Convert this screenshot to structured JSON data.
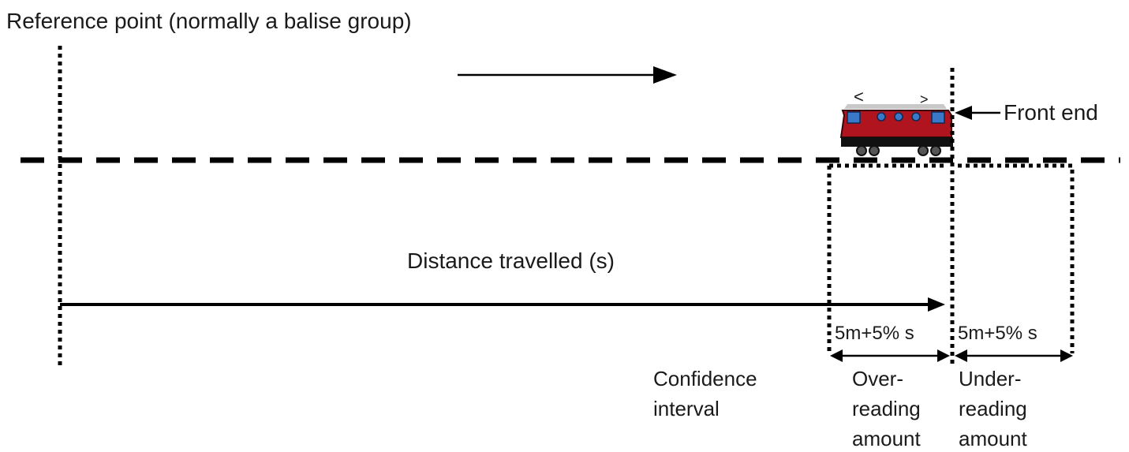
{
  "reference_label": "Reference point (normally a balise group)",
  "front_end_label": "Front end",
  "distance_label": "Distance travelled (s)",
  "confidence_label": [
    "Confidence",
    "interval"
  ],
  "over_formula": "5m+5% s",
  "under_formula": "5m+5% s",
  "over_label": [
    "Over-",
    "reading",
    "amount"
  ],
  "under_label": [
    "Under-",
    "reading",
    "amount"
  ],
  "train": {
    "body_color": "#b0141e",
    "window_color": "#3a78c8",
    "chassis_color": "#111111",
    "roof_color": "#c8c8c8",
    "front_marker": ">",
    "rear_marker": "<"
  }
}
